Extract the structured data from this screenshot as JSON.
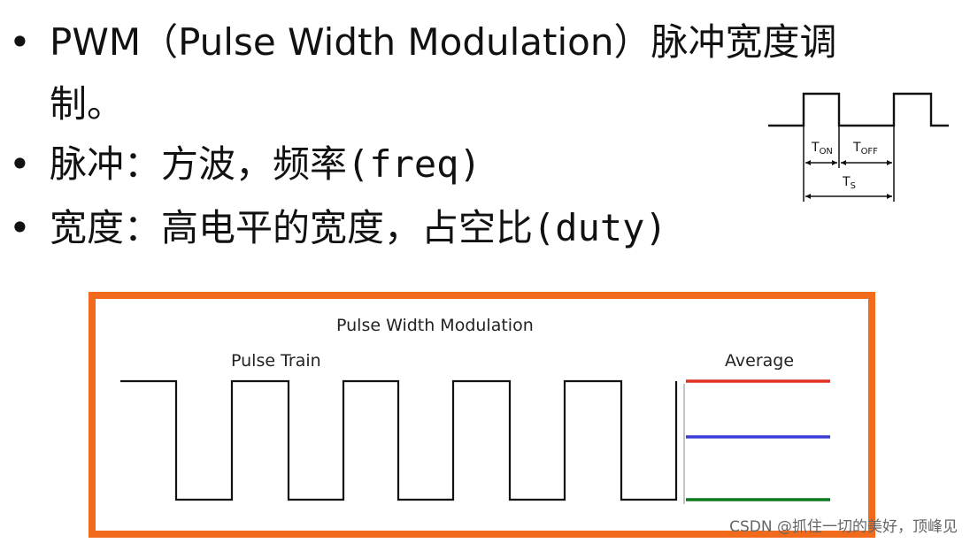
{
  "bullets": [
    {
      "dot": "•",
      "text": "PWM（Pulse Width Modulation）脉冲宽度调",
      "continuation": "制。"
    },
    {
      "dot": "•",
      "text_cn": "脉冲：方波，频率",
      "text_mono": "(freq)"
    },
    {
      "dot": "•",
      "text_cn": "宽度：高电平的宽度，占空比",
      "text_mono": "(duty)"
    }
  ],
  "timing_diagram": {
    "t_on": "T",
    "t_on_sub": "ON",
    "t_off": "T",
    "t_off_sub": "OFF",
    "t_s": "T",
    "t_s_sub": "S"
  },
  "pwm_figure": {
    "title": "Pulse Width Modulation",
    "pulse_train_label": "Pulse Train",
    "average_label": "Average",
    "average_levels": [
      {
        "color": "#e0321e"
      },
      {
        "color": "#3a3ad6"
      },
      {
        "color": "#0b7a1e"
      }
    ],
    "border_color": "#f26b1d"
  },
  "watermark": "CSDN @抓住一切的美好，顶峰见"
}
